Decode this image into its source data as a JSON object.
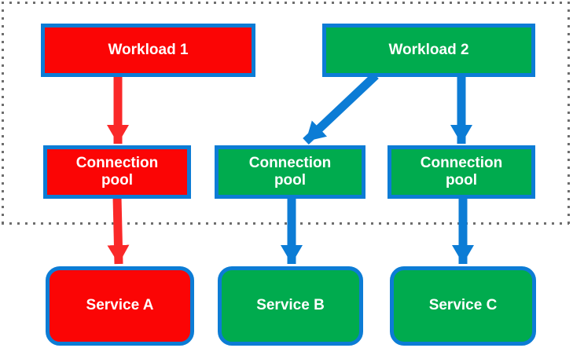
{
  "diagram": {
    "nodes": {
      "workload1": {
        "label": "Workload 1",
        "fill": "red"
      },
      "workload2": {
        "label": "Workload 2",
        "fill": "green"
      },
      "pool1": {
        "label": "Connection pool",
        "fill": "red"
      },
      "pool2": {
        "label": "Connection pool",
        "fill": "green"
      },
      "pool3": {
        "label": "Connection pool",
        "fill": "green"
      },
      "serviceA": {
        "label": "Service A",
        "fill": "red"
      },
      "serviceB": {
        "label": "Service B",
        "fill": "green"
      },
      "serviceC": {
        "label": "Service C",
        "fill": "green"
      }
    },
    "edges": [
      {
        "from": "workload1",
        "to": "pool1",
        "color": "red"
      },
      {
        "from": "pool1",
        "to": "serviceA",
        "color": "red"
      },
      {
        "from": "workload2",
        "to": "pool2",
        "color": "blue"
      },
      {
        "from": "workload2",
        "to": "pool3",
        "color": "blue"
      },
      {
        "from": "pool2",
        "to": "serviceB",
        "color": "blue"
      },
      {
        "from": "pool3",
        "to": "serviceC",
        "color": "blue"
      }
    ],
    "boundary": {
      "style": "dotted",
      "contains": [
        "workload1",
        "workload2",
        "pool1",
        "pool2",
        "pool3"
      ]
    }
  },
  "colors": {
    "red_fill": "#fb0505",
    "green_fill": "#00ab4e",
    "blue_border": "#0c7cd5",
    "red_arrow": "#fa2828",
    "blue_arrow": "#0c7cd5",
    "dot_gray": "#6e6e6e",
    "text": "#ffffff"
  }
}
